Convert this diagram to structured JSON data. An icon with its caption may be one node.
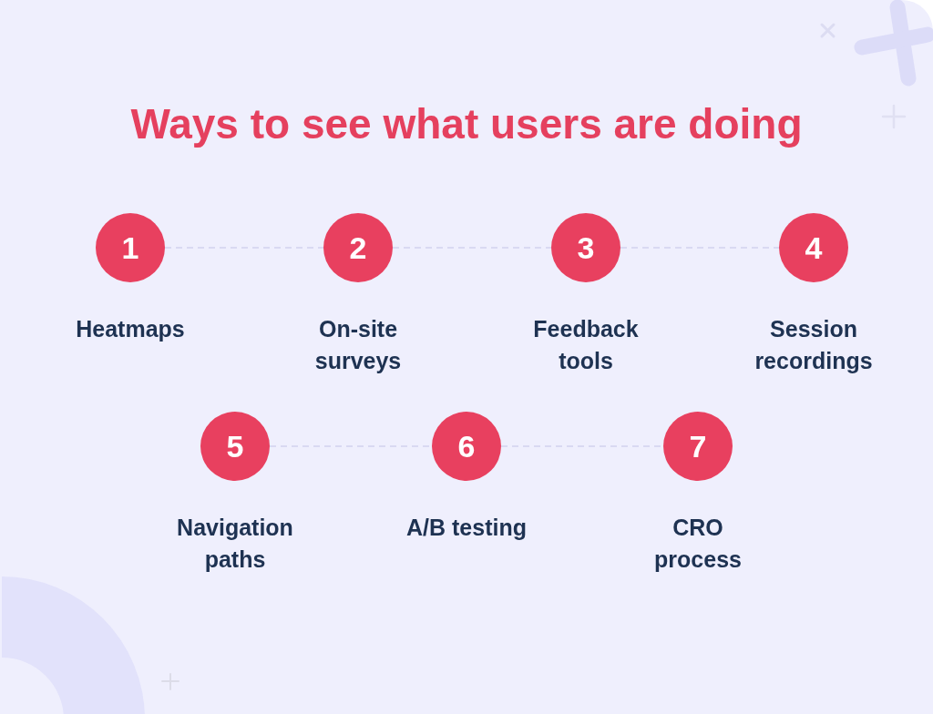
{
  "diagram": {
    "title": "Ways to see what users are doing",
    "nodes": [
      {
        "text": [
          "1"
        ],
        "beside": [
          "Heatmaps"
        ]
      },
      {
        "text": [
          "2"
        ],
        "beside": [
          "On-site surveys"
        ]
      },
      {
        "text": [
          "3"
        ],
        "beside": [
          "Feedback tools"
        ]
      },
      {
        "text": [
          "4"
        ],
        "beside": [
          "Session recordings"
        ]
      },
      {
        "text": [
          "5"
        ],
        "beside": [
          "Navigation paths"
        ]
      },
      {
        "text": [
          "6"
        ],
        "beside": [
          "A/B testing"
        ]
      },
      {
        "text": [
          "7"
        ],
        "beside": [
          "CRO process"
        ]
      }
    ],
    "edges": [
      {
        "from": 0,
        "to": 1,
        "arrow": "none",
        "style": "dashed"
      },
      {
        "from": 1,
        "to": 2,
        "arrow": "none",
        "style": "dashed"
      },
      {
        "from": 2,
        "to": 3,
        "arrow": "none",
        "style": "dashed"
      },
      {
        "from": 4,
        "to": 5,
        "arrow": "none",
        "style": "dashed"
      },
      {
        "from": 5,
        "to": 6,
        "arrow": "none",
        "style": "dashed"
      }
    ]
  }
}
